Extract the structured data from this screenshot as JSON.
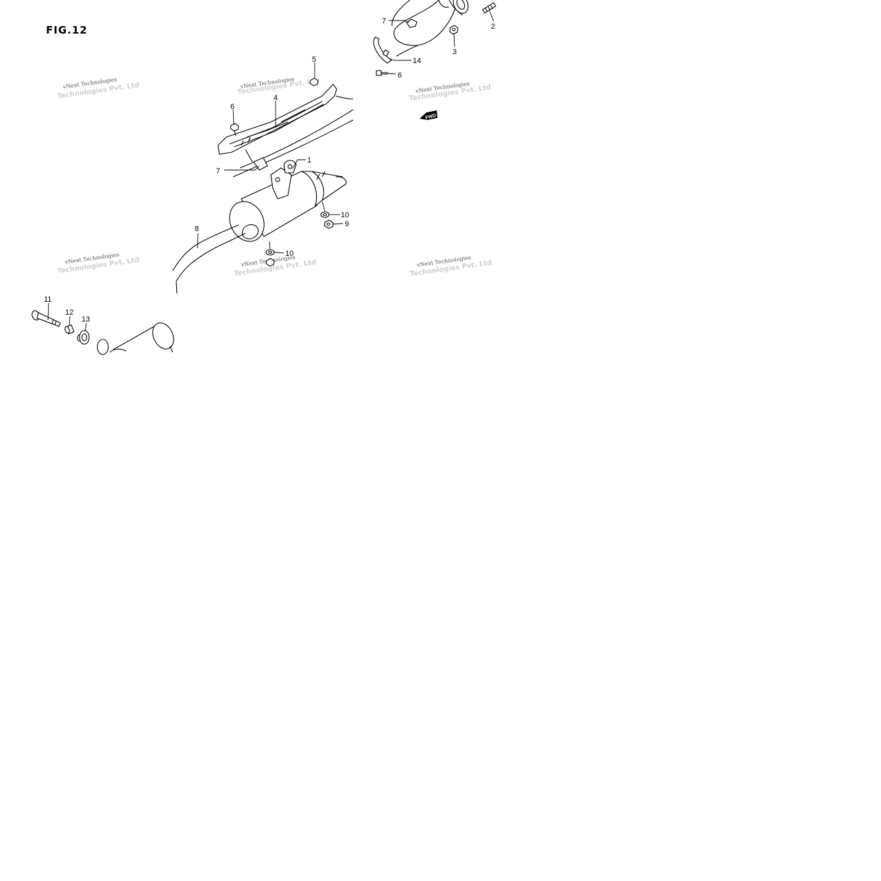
{
  "figure": {
    "title": "FIG.12"
  },
  "callouts": {
    "c1": "1",
    "c2": "2",
    "c3": "3",
    "c4": "4",
    "c5": "5",
    "c6a": "6",
    "c6b": "6",
    "c7a": "7",
    "c7b": "7",
    "c8": "8",
    "c9": "9",
    "c10a": "10",
    "c10b": "10",
    "c11": "11",
    "c12": "12",
    "c13": "13",
    "c14": "14"
  },
  "fwd_badge": "FWD",
  "watermark": {
    "line1": "vNext Technologies",
    "line2": "Technologies Pvt. Ltd"
  },
  "colors": {
    "line": "#000000",
    "background": "#ffffff",
    "watermark": "#cfcfcf"
  }
}
